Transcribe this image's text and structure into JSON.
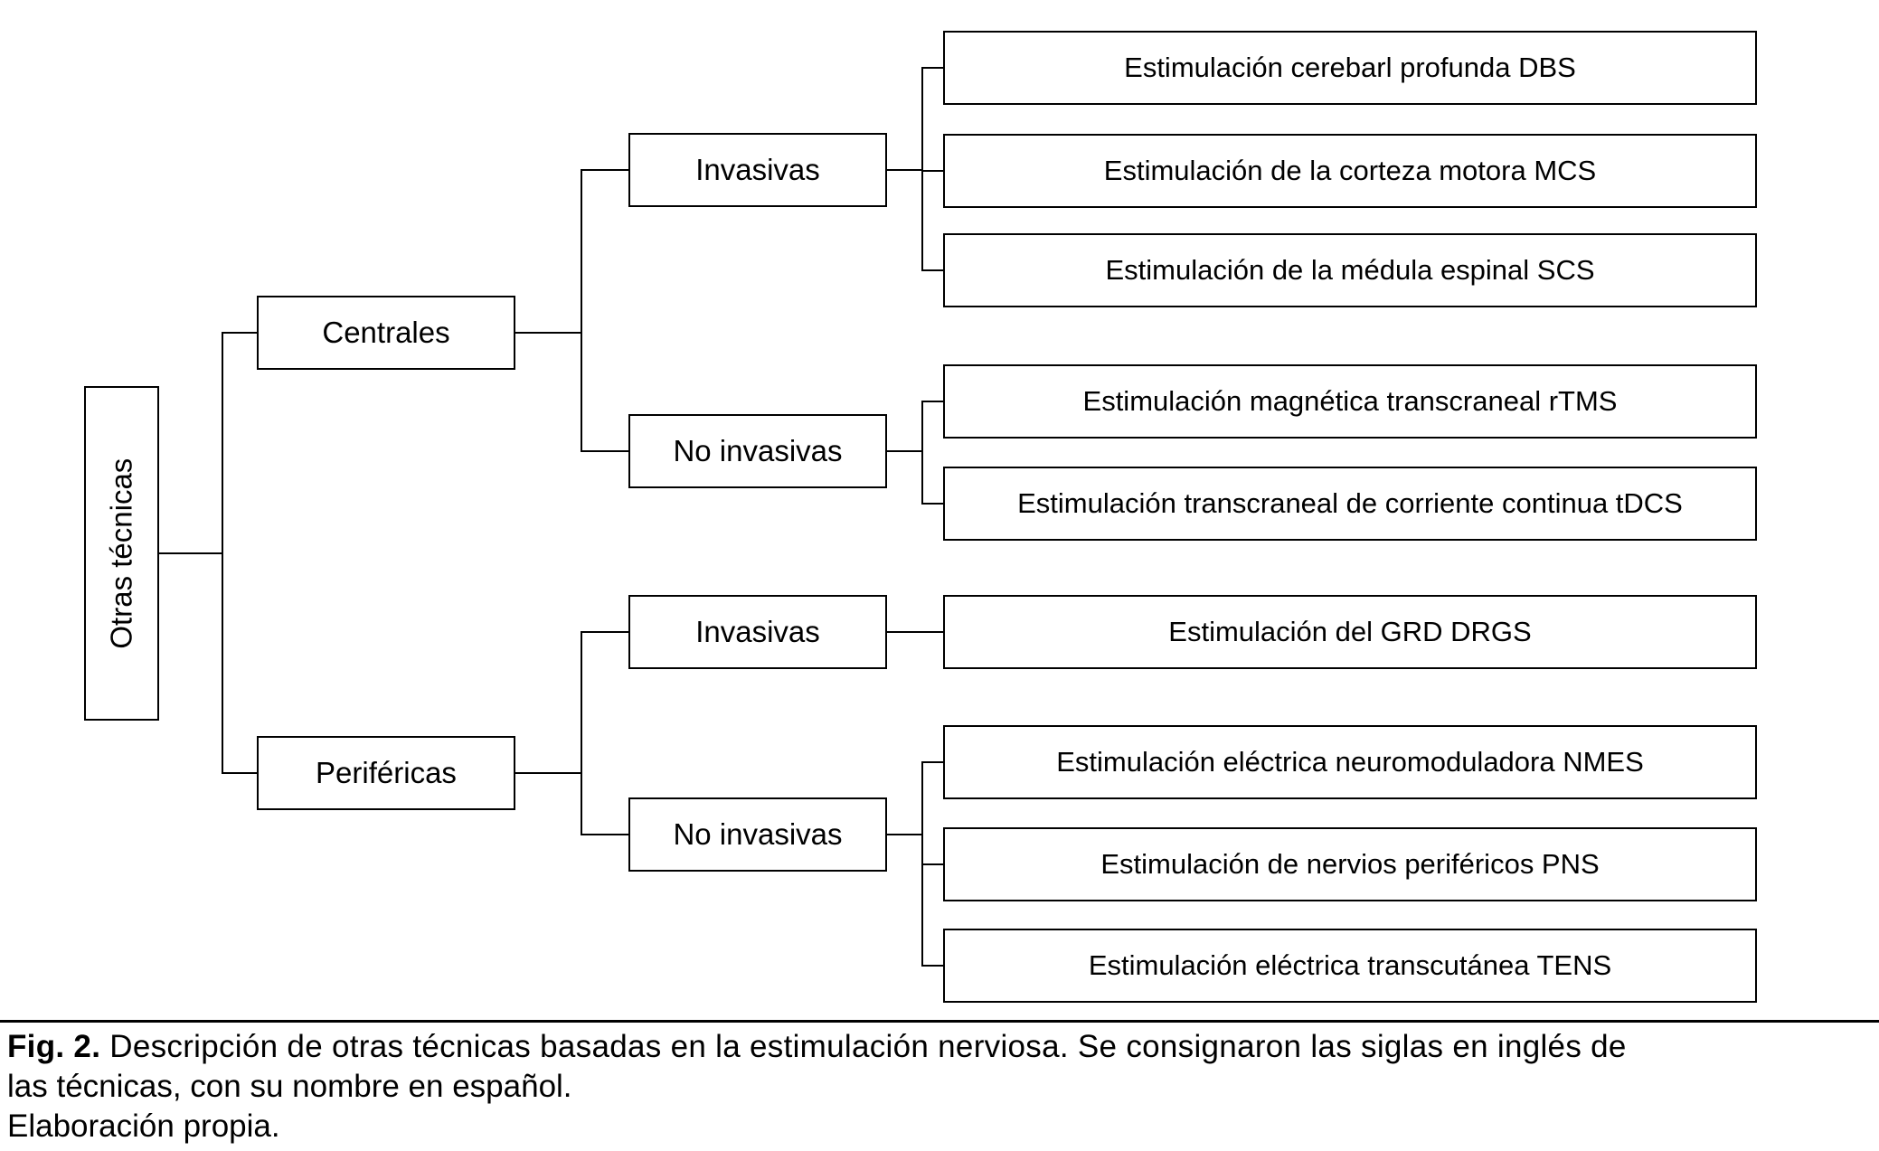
{
  "figure": {
    "root": {
      "label": "Otras técnicas"
    },
    "branches": [
      {
        "label": "Centrales",
        "groups": [
          {
            "label": "Invasivas",
            "items": [
              "Estimulación cerebarl profunda DBS",
              "Estimulación de la corteza motora MCS",
              "Estimulación de la médula espinal SCS"
            ]
          },
          {
            "label": "No invasivas",
            "items": [
              "Estimulación magnética transcraneal rTMS",
              "Estimulación transcraneal de corriente continua tDCS"
            ]
          }
        ]
      },
      {
        "label": "Periféricas",
        "groups": [
          {
            "label": "Invasivas",
            "items": [
              "Estimulación del GRD DRGS"
            ]
          },
          {
            "label": "No invasivas",
            "items": [
              "Estimulación eléctrica neuromoduladora NMES",
              "Estimulación de nervios periféricos PNS",
              "Estimulación eléctrica transcutánea TENS"
            ]
          }
        ]
      }
    ]
  },
  "caption": {
    "figure_number": "Fig. 2.",
    "line1": " Descripción de otras técnicas basadas en la estimulación nerviosa. Se consignaron las siglas en inglés de",
    "line2": "las técnicas, con su nombre en español.",
    "line3": "Elaboración propia."
  },
  "colors": {
    "stroke": "#000000",
    "fill": "#ffffff",
    "text": "#000000"
  }
}
